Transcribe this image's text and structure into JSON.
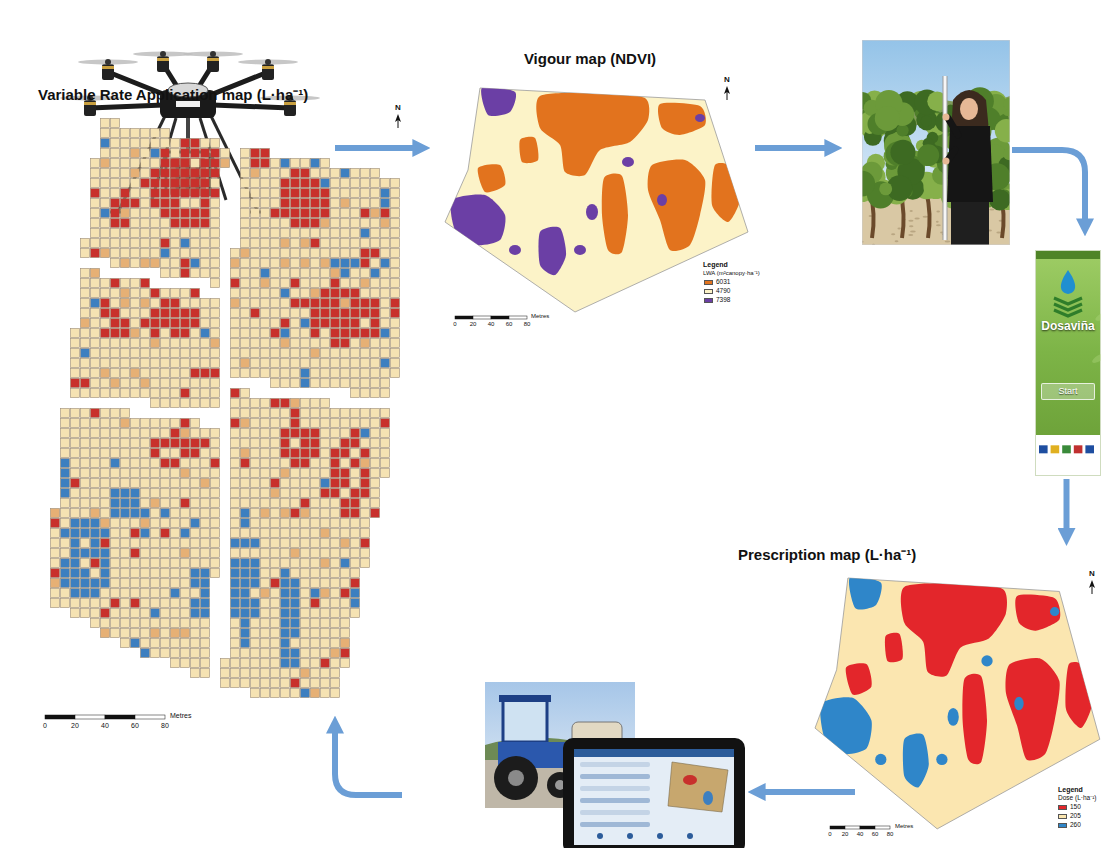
{
  "diagram": {
    "nodes": [
      {
        "text": [
          "Vigour map (NDVI)"
        ]
      },
      {
        "text": [
          "Variable Rate Application map (L·ha⁻¹)"
        ]
      },
      {
        "text": [
          "Dosaviña",
          "Start"
        ]
      },
      {
        "text": [
          "Prescription map (L·ha⁻¹)"
        ]
      }
    ],
    "edges": [
      {
        "from": 2,
        "to": 3,
        "arrow": "to"
      }
    ],
    "labels": [
      "N",
      "Legend",
      "LWA (m²canopy·ha⁻¹)",
      "0",
      "20",
      "40",
      "60",
      "80",
      "Metres",
      "N",
      "0",
      "20",
      "40",
      "60",
      "80",
      "Metres",
      "N",
      "Legend",
      "Dose (L·ha⁻¹)",
      "0",
      "20",
      "40",
      "60",
      "80",
      "Metres"
    ],
    "legend": [
      {
        "text": "6031",
        "color": "#e2731e"
      },
      {
        "text": "4790",
        "color": "#fcf3c8"
      },
      {
        "text": "7398",
        "color": "#6b3fa5"
      },
      {
        "text": "150",
        "color": "#e3262b"
      },
      {
        "text": "205",
        "color": "#fbe6b0"
      },
      {
        "text": "260",
        "color": "#2f86c9"
      }
    ]
  }
}
